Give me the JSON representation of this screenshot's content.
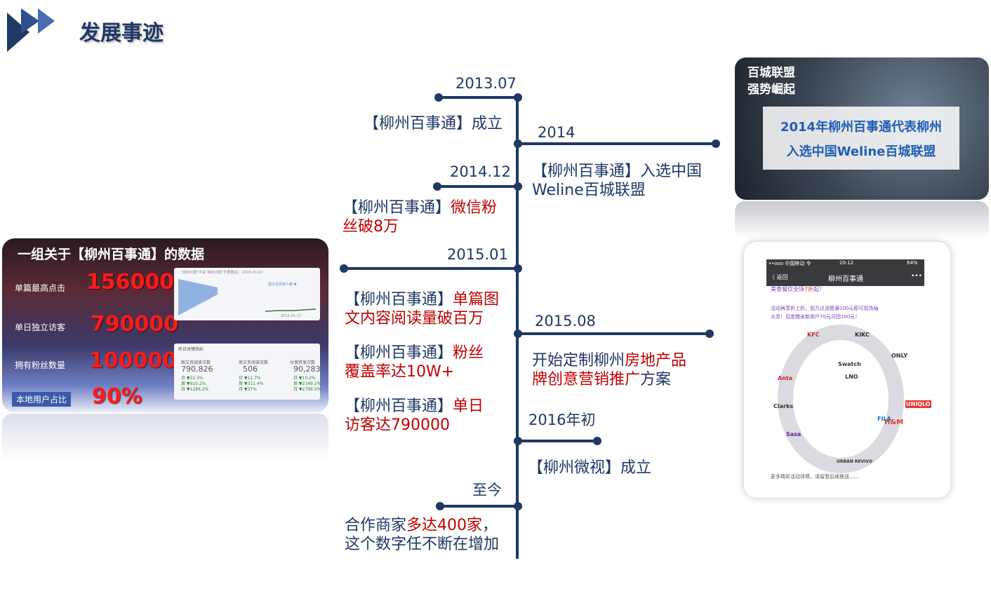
{
  "header": {
    "title": "发展事迹"
  },
  "timeline": [
    {
      "date": "2013.07",
      "text": "【柳州百事通】成立"
    },
    {
      "date": "2014",
      "text_line1": "【柳州百事通】入选中国",
      "text_line2": "Weline百城联盟"
    },
    {
      "date": "2014.12",
      "prefix": "【柳州百事通】",
      "highlight_a": "微信粉",
      "highlight_b": "丝破8万"
    },
    {
      "date": "2015.01",
      "items": [
        {
          "prefix": "【柳州百事通】",
          "highlight_a": "单篇图",
          "line2": "文内容阅读量破百万"
        },
        {
          "prefix": "【柳州百事通】",
          "highlight_a": "粉丝",
          "line2": "覆盖率达10W+"
        },
        {
          "prefix": "【柳州百事通】",
          "highlight_a": "单日",
          "line2": "访客达790000"
        }
      ]
    },
    {
      "date": "2015.08",
      "l1_a": "开始定制柳州",
      "l1_b": "房地产品",
      "l2_a": "牌创意营销推广",
      "l2_b": "方案"
    },
    {
      "date": "2016年初",
      "text": "【柳州微视】成立"
    },
    {
      "date": "至今",
      "l1_a": "合作商家",
      "l1_b": "多达400家",
      "l1_c": "，",
      "line2": "这个数字任不断在增加"
    }
  ],
  "data_panel": {
    "title": "一组关于【柳州百事通】的数据",
    "stats": [
      {
        "label": "单篇最高点击",
        "value": "1560000"
      },
      {
        "label": "单日独立访客",
        "value": "790000"
      },
      {
        "label": "拥有粉丝数量",
        "value": "100000+"
      },
      {
        "label": "本地用户占比",
        "value": "90%"
      }
    ],
    "mini_chart_header": "“柳州大剧”不是“柳州大剧”不要着急！ 2015-01-22",
    "mini_chart_legend": "图文页阅读人数 ▼",
    "mini_chart_date": "2015-01-22",
    "mini_table_title": "昨日关键指标",
    "mini_table": [
      {
        "head": "图文页阅读次数",
        "value": "790,826",
        "d": "日 ▼22.3%",
        "w": "周 ▼910.2%",
        "m": "月 ▼1246.2%"
      },
      {
        "head": "原文页阅读次数",
        "value": "506",
        "d": "日 ▼11.7%",
        "w": "周 ▼311.4%",
        "m": "月 ▼37%"
      },
      {
        "head": "分享转发次数",
        "value": "90,283",
        "d": "日 ▼15.2%",
        "w": "周 ▼2149.2%",
        "m": "月 ▼2796.5%"
      }
    ]
  },
  "top_image": {
    "header_l1": "百城联盟",
    "header_l2": "强势崛起",
    "caption_l1": "2014年柳州百事通代表柳州",
    "caption_l2": "入选中国Weline百城联盟"
  },
  "phone": {
    "carrier": "••ooo 中国移动 令",
    "time": "20:12",
    "battery": "64%",
    "back": "〈 返回",
    "title": "柳州百事通",
    "more": "•••",
    "promo1_a": "美食餐饮全场",
    "promo1_b": "7折",
    "promo1_c": "起！",
    "promo2": "活动再享折上折，到万达消费满100元即可现场抽",
    "promo3": "大奖！百度糯米新用户70元可团100元！",
    "brands": [
      "UNIQLO",
      "H&M",
      "KFC",
      "ONLY",
      "Clarks",
      "LNO",
      "FILA",
      "URBAN REVIVO",
      "Sasa",
      "Swatch",
      "Anta",
      "KIKC"
    ],
    "footer": "更多精彩活动详情，请留意后续推送……"
  },
  "colors": {
    "primary": "#1f3864",
    "highlight": "#c00000",
    "caption_blue": "#1f5fb4"
  }
}
